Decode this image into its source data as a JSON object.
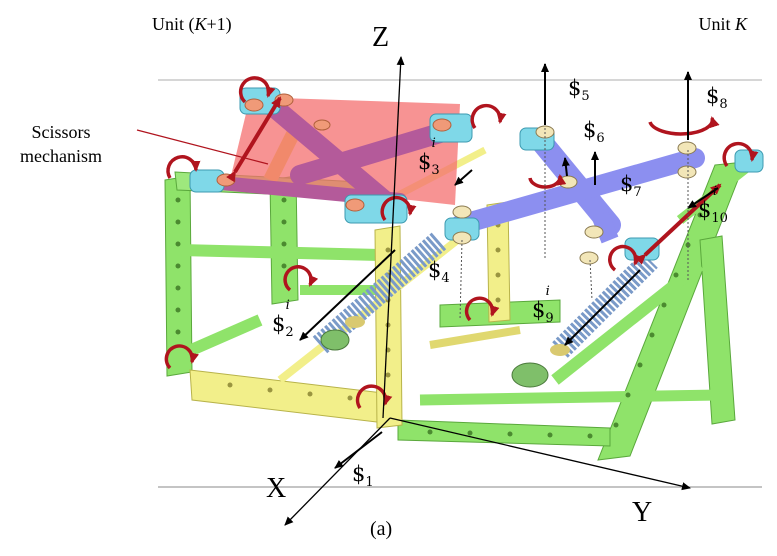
{
  "labels": {
    "unit_left_prefix": "Unit (",
    "unit_left_var": "K",
    "unit_left_suffix": "+1)",
    "unit_right_prefix": "Unit ",
    "unit_right_var": "K",
    "scissors_line1": "Scissors",
    "scissors_line2": "mechanism",
    "axis_z": "Z",
    "axis_x": "X",
    "axis_y": "Y",
    "caption": "(a)"
  },
  "screws": {
    "s1": {
      "sym": "$",
      "sub": "1",
      "sup": ""
    },
    "s2": {
      "sym": "$",
      "sub": "2",
      "sup": "i"
    },
    "s3": {
      "sym": "$",
      "sub": "3",
      "sup": "i"
    },
    "s4": {
      "sym": "$",
      "sub": "4",
      "sup": ""
    },
    "s5": {
      "sym": "$",
      "sub": "5",
      "sup": ""
    },
    "s6": {
      "sym": "$",
      "sub": "6",
      "sup": ""
    },
    "s7": {
      "sym": "$",
      "sub": "7",
      "sup": ""
    },
    "s8": {
      "sym": "$",
      "sub": "8",
      "sup": ""
    },
    "s9": {
      "sym": "$",
      "sub": "9",
      "sup": "i"
    },
    "s10": {
      "sym": "$",
      "sub": "10",
      "sup": "i"
    }
  },
  "colors": {
    "frame_green": "#8fe36a",
    "frame_yellow": "#f2ef8a",
    "link_blue": "#8c8ff0",
    "link_purple": "#b45a9a",
    "scissors_plane": "#f46f6f",
    "joint_cyan": "#7fd8e8",
    "rotation_arrow": "#b0141e",
    "spring": "#8a9ad0"
  }
}
